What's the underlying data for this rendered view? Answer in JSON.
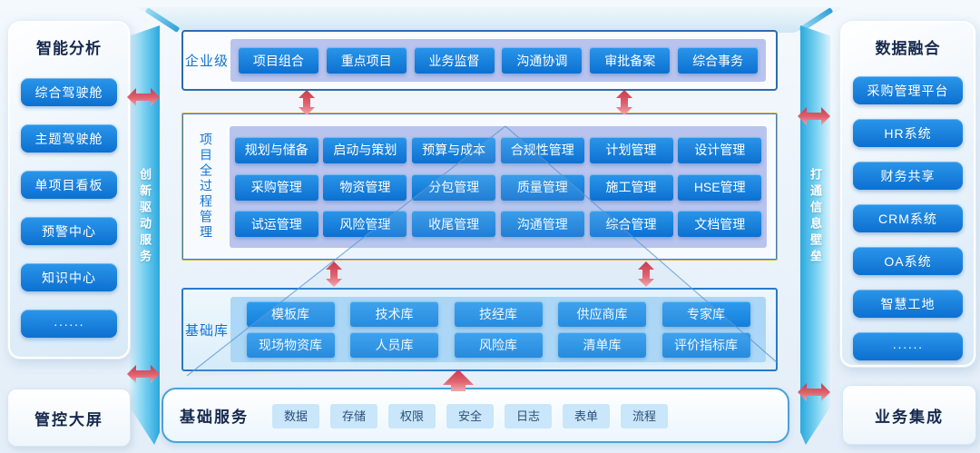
{
  "left_panel": {
    "title": "智能分析",
    "items": [
      "综合驾驶舱",
      "主题驾驶舱",
      "单项目看板",
      "预警中心",
      "知识中心",
      "······"
    ]
  },
  "left_bottom_card": {
    "label": "管控大屏"
  },
  "left_strip": {
    "label": "创新驱动服务"
  },
  "right_strip": {
    "label": "打通信息壁垒"
  },
  "right_panel": {
    "title": "数据融合",
    "items": [
      "采购管理平台",
      "HR系统",
      "财务共享",
      "CRM系统",
      "OA系统",
      "智慧工地",
      "······"
    ]
  },
  "right_bottom_card": {
    "label": "业务集成"
  },
  "enterprise": {
    "label": "企业级",
    "items": [
      "项目组合",
      "重点项目",
      "业务监督",
      "沟通协调",
      "审批备案",
      "综合事务"
    ]
  },
  "process": {
    "label": "项目全过程管理",
    "rows": [
      [
        "规划与储备",
        "启动与策划",
        "预算与成本",
        "合规性管理",
        "计划管理",
        "设计管理"
      ],
      [
        "采购管理",
        "物资管理",
        "分包管理",
        "质量管理",
        "施工管理",
        "HSE管理"
      ],
      [
        "试运管理",
        "风险管理",
        "收尾管理",
        "沟通管理",
        "综合管理",
        "文档管理"
      ]
    ]
  },
  "library": {
    "label": "基础库",
    "rows": [
      [
        "模板库",
        "技术库",
        "技经库",
        "供应商库",
        "专家库"
      ],
      [
        "现场物资库",
        "人员库",
        "风险库",
        "清单库",
        "评价指标库"
      ]
    ]
  },
  "services": {
    "label": "基础服务",
    "items": [
      "数据",
      "存储",
      "权限",
      "安全",
      "日志",
      "表单",
      "流程"
    ]
  },
  "icons": {
    "exchange_arrow": "double-headed-red-arrow",
    "up_arrow": "up-red-arrow"
  },
  "colors": {
    "tile_blue": "#1282dc",
    "panel_title_navy": "#16294e",
    "label_blue": "#1373d0",
    "lavender_container": "#b9c4ee",
    "library_container": "#acd7f6",
    "strip_cyan": "#2aa8de",
    "gold_border": "#d2b44e",
    "blue_border": "#2a6cb5",
    "chip_bg": "#c9e6fa",
    "arrow_red": "#d14054"
  }
}
